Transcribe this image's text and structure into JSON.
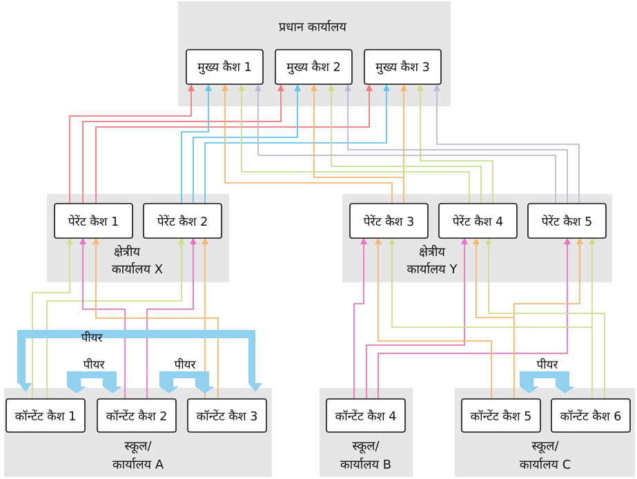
{
  "colors": {
    "red": "#f07c7c",
    "blue": "#66c2e8",
    "orange": "#f5b86e",
    "green": "#c9df8c",
    "lavender": "#bfb8cf",
    "pink": "#e874c2",
    "peer": "#8fd1ef",
    "region": "#e6e6e6"
  },
  "head_office": {
    "title": "प्रधान कार्यालय",
    "caches": [
      "मुख्य कैश 1",
      "मुख्य कैश 2",
      "मुख्य कैश 3"
    ]
  },
  "regional_x": {
    "title_line1": "क्षेत्रीय",
    "title_line2": "कार्यालय X",
    "caches": [
      "पेरेंट कैश 1",
      "पेरेंट कैश 2"
    ]
  },
  "regional_y": {
    "title_line1": "क्षेत्रीय",
    "title_line2": "कार्यालय Y",
    "caches": [
      "पेरेंट कैश 3",
      "पेरेंट कैश 4",
      "पेरेंट कैश 5"
    ]
  },
  "school_a": {
    "title_line1": "स्कूल/",
    "title_line2": "कार्यालय A",
    "caches": [
      "कॉन्टेंट कैश 1",
      "कॉन्टेंट कैश 2",
      "कॉन्टेंट कैश 3"
    ]
  },
  "school_b": {
    "title_line1": "स्कूल/",
    "title_line2": "कार्यालय B",
    "caches": [
      "कॉन्टेंट कैश 4"
    ]
  },
  "school_c": {
    "title_line1": "स्कूल/",
    "title_line2": "कार्यालय C",
    "caches": [
      "कॉन्टेंट कैश 5",
      "कॉन्टेंट कैश 6"
    ]
  },
  "peer_label": "पीयर"
}
